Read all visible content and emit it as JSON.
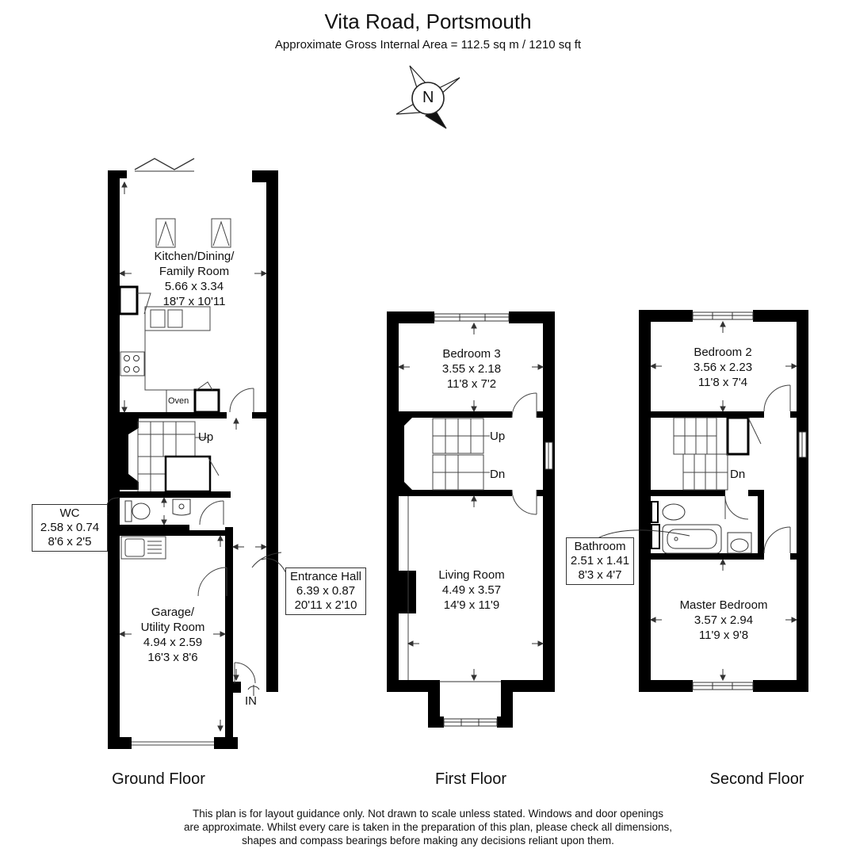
{
  "title": "Vita Road, Portsmouth",
  "subtitle": "Approximate Gross Internal Area = 112.5 sq m / 1210 sq ft",
  "compass": {
    "label": "N",
    "icon": "compass-rose-icon"
  },
  "floors": [
    {
      "name": "Ground Floor",
      "rooms": [
        {
          "name_lines": [
            "Kitchen/Dining/",
            "Family Room"
          ],
          "metric": "5.66 x 3.34",
          "imperial": "18'7 x 10'11"
        },
        {
          "name_lines": [
            "WC"
          ],
          "metric": "2.58 x 0.74",
          "imperial": "8'6 x 2'5"
        },
        {
          "name_lines": [
            "Garage/",
            "Utility Room"
          ],
          "metric": "4.94 x 2.59",
          "imperial": "16'3 x 8'6"
        },
        {
          "name_lines": [
            "Entrance Hall"
          ],
          "metric": "6.39 x 0.87",
          "imperial": "20'11 x 2'10"
        }
      ],
      "labels": {
        "stairs_up": "Up",
        "oven": "Oven",
        "entrance": "IN"
      }
    },
    {
      "name": "First Floor",
      "rooms": [
        {
          "name_lines": [
            "Bedroom 3"
          ],
          "metric": "3.55 x 2.18",
          "imperial": "11'8 x 7'2"
        },
        {
          "name_lines": [
            "Living Room"
          ],
          "metric": "4.49 x 3.57",
          "imperial": "14'9 x 11'9"
        }
      ],
      "labels": {
        "stairs_up": "Up",
        "stairs_down": "Dn"
      }
    },
    {
      "name": "Second Floor",
      "rooms": [
        {
          "name_lines": [
            "Bedroom 2"
          ],
          "metric": "3.56 x 2.23",
          "imperial": "11'8 x 7'4"
        },
        {
          "name_lines": [
            "Bathroom"
          ],
          "metric": "2.51 x 1.41",
          "imperial": "8'3 x 4'7"
        },
        {
          "name_lines": [
            "Master Bedroom"
          ],
          "metric": "3.57 x 2.94",
          "imperial": "11'9 x 9'8"
        }
      ],
      "labels": {
        "stairs_down": "Dn"
      }
    }
  ],
  "disclaimer": [
    "This plan is for layout guidance only. Not drawn to scale unless stated. Windows and door openings",
    "are approximate. Whilst every care is taken in the preparation of this plan, please check all dimensions,",
    "shapes and compass bearings before making any decisions reliant upon them."
  ],
  "colors": {
    "wall": "#000000",
    "line": "#333333",
    "background": "#ffffff"
  }
}
